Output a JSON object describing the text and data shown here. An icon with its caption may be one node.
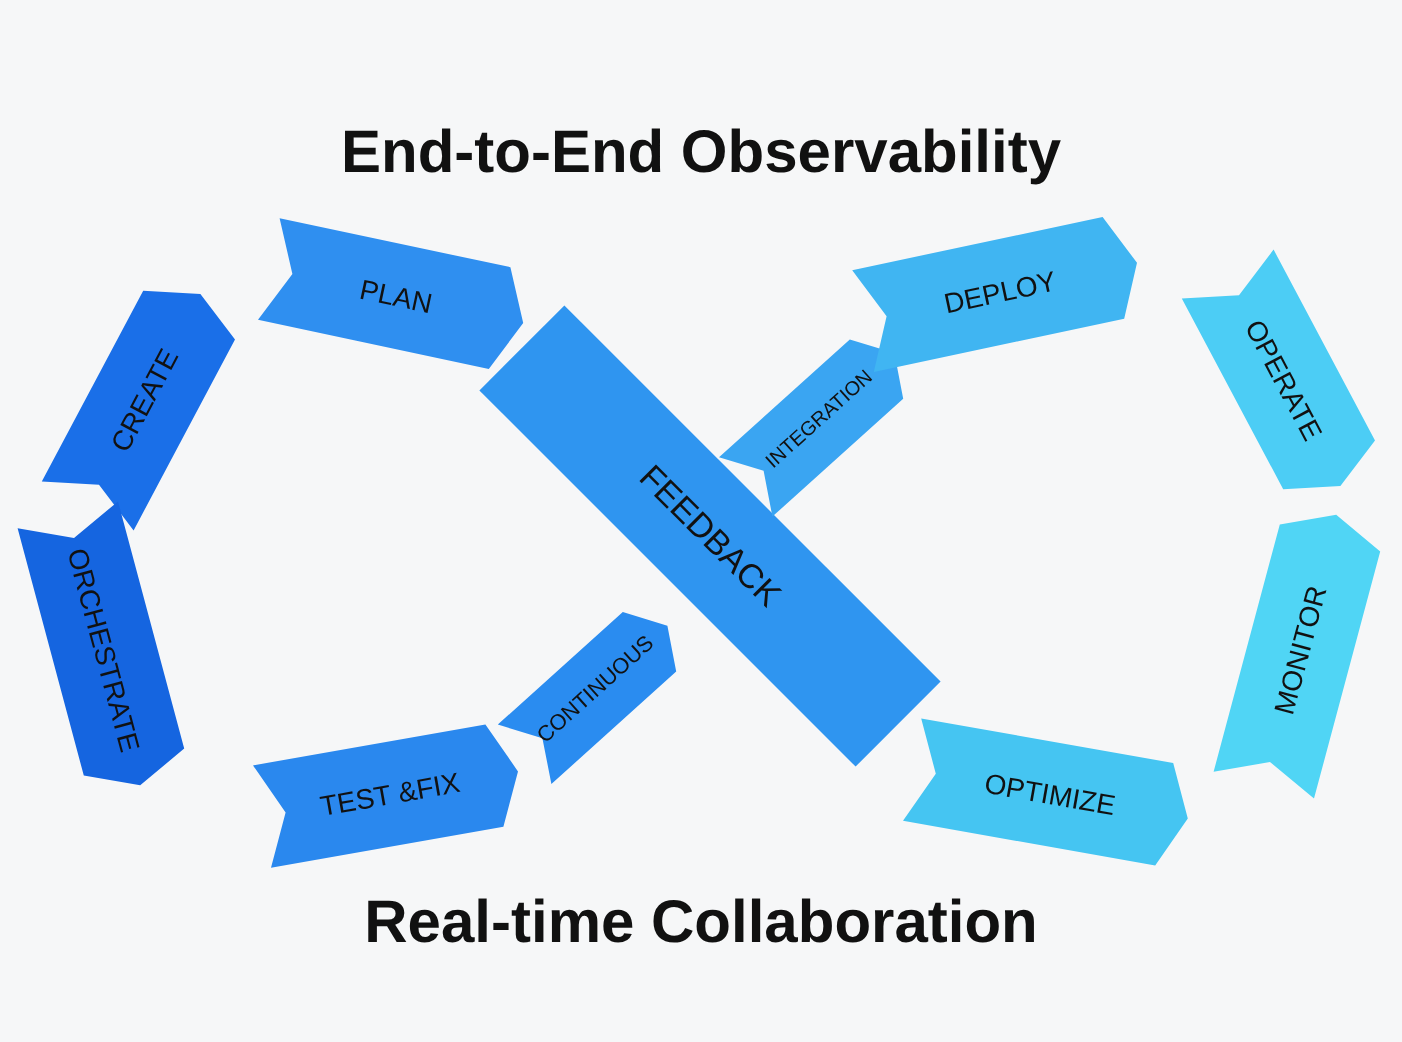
{
  "diagram": {
    "title": "End-to-End Observability",
    "caption": "Real-time Collaboration",
    "nodes": [
      {
        "text": [
          "PLAN"
        ]
      },
      {
        "text": [
          "CREATE"
        ]
      },
      {
        "text": [
          "ORCHESTRATE"
        ]
      },
      {
        "text": [
          "TEST &FIX"
        ]
      },
      {
        "text": [
          "CONTINUOUS"
        ]
      },
      {
        "text": [
          "FEEDBACK"
        ]
      },
      {
        "text": [
          "INTEGRATION"
        ]
      },
      {
        "text": [
          "DEPLOY"
        ]
      },
      {
        "text": [
          "OPERATE"
        ]
      },
      {
        "text": [
          "MONITOR"
        ]
      },
      {
        "text": [
          "OPTIMIZE"
        ]
      }
    ]
  }
}
